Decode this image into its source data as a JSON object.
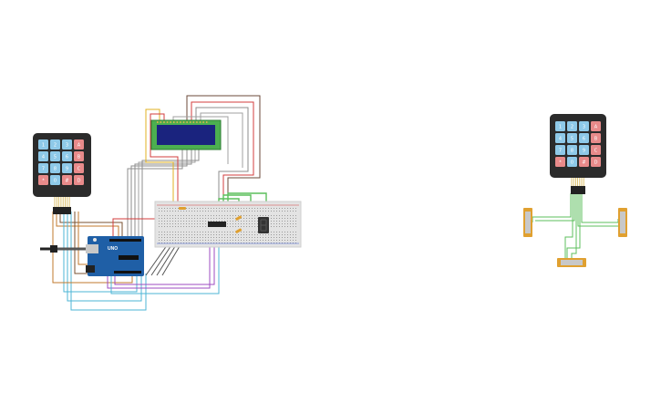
{
  "keypad_left": {
    "rows": [
      [
        "1",
        "2",
        "3",
        "A"
      ],
      [
        "4",
        "5",
        "6",
        "B"
      ],
      [
        "7",
        "8",
        "9",
        "C"
      ],
      [
        "*",
        "0",
        "#",
        "D"
      ]
    ]
  },
  "keypad_right": {
    "rows": [
      [
        "1",
        "2",
        "3",
        "A"
      ],
      [
        "4",
        "5",
        "6",
        "B"
      ],
      [
        "7",
        "8",
        "9",
        "C"
      ],
      [
        "*",
        "0",
        "#",
        "D"
      ]
    ]
  },
  "arduino": {
    "logo_text": "UNO"
  },
  "colors": {
    "key_blue": "#8ec9e8",
    "key_red": "#e88a8a",
    "keypad_body": "#2b2b2b",
    "arduino_blue": "#1f5fa6",
    "lcd_green": "#4caf50",
    "lcd_screen": "#1a237e",
    "breadboard": "#e3e3e3",
    "wire_orange": "#c07a2c",
    "wire_gray": "#8d8d8d",
    "wire_cyan": "#4db6d6",
    "wire_green": "#5cbf5c",
    "wire_purple": "#9c4bc0",
    "wire_red": "#d33c3c",
    "resistor_amber": "#e0a030"
  }
}
